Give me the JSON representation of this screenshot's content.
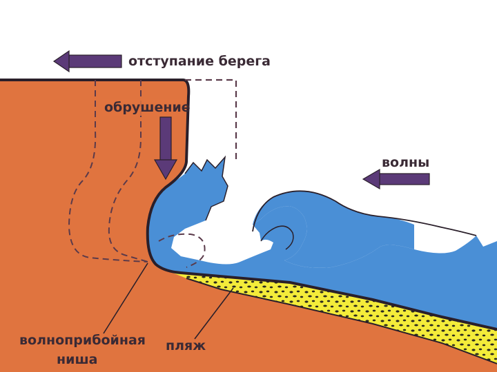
{
  "labels": {
    "retreat": "отступание берега",
    "collapse": "обрушение",
    "waves": "волны",
    "notch_line1": "волноприбойная",
    "notch_line2": "ниша",
    "beach": "пляж"
  },
  "colors": {
    "rock": "#e0743f",
    "water": "#4a8fd6",
    "sand": "#f4ec3a",
    "pebbles": "#2b2a20",
    "outline": "#2a1f2a",
    "arrow": "#5b3a78"
  }
}
